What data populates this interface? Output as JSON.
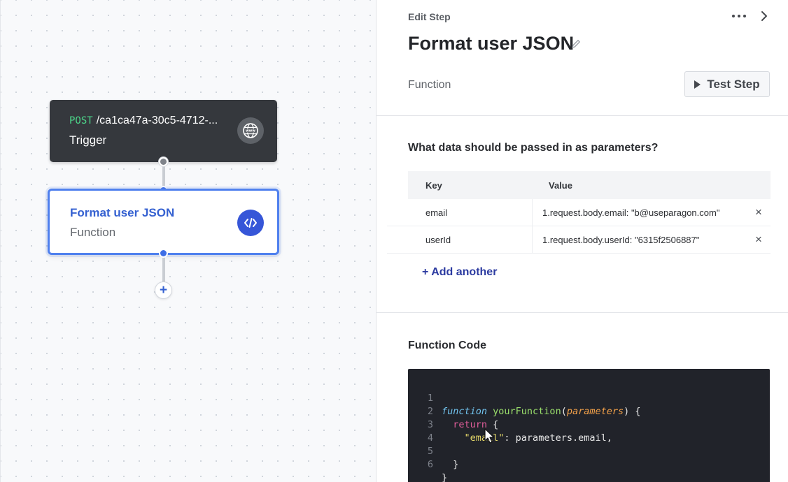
{
  "canvas": {
    "trigger_node": {
      "method": "POST",
      "path": "/ca1ca47a-30c5-4712-...",
      "label": "Trigger",
      "icon": "globe-icon"
    },
    "function_node": {
      "title": "Format user JSON",
      "type": "Function",
      "icon": "code-icon"
    },
    "add_step_symbol": "+"
  },
  "panel": {
    "eyebrow": "Edit Step",
    "title": "Format user JSON",
    "type": "Function",
    "test_button": "Test Step",
    "params": {
      "question": "What data should be passed in as parameters?",
      "headers": {
        "key": "Key",
        "value": "Value"
      },
      "rows": [
        {
          "key": "email",
          "value": "1.request.body.email: \"b@useparagon.com\""
        },
        {
          "key": "userId",
          "value": "1.request.body.userId: \"6315f2506887\""
        }
      ],
      "add_another": "+ Add another",
      "remove_symbol": "×"
    },
    "code": {
      "title": "Function Code",
      "line_numbers": [
        "1",
        "2",
        "3",
        "4",
        "5",
        "6"
      ],
      "line1": {
        "kw": "function",
        "name": " yourFunction",
        "open": "(",
        "param": "parameters",
        "close": ") {"
      },
      "line2": {
        "indent": "  ",
        "kw": "return",
        "rest": " {"
      },
      "line3": {
        "indent": "    ",
        "str": "\"email\"",
        "rest": ": parameters.email,"
      },
      "line4": "    ",
      "line5": "  }",
      "line6": "}"
    }
  },
  "colors": {
    "accent": "#3561d1",
    "trigger_bg": "#35383d",
    "code_bg": "#21232a"
  }
}
